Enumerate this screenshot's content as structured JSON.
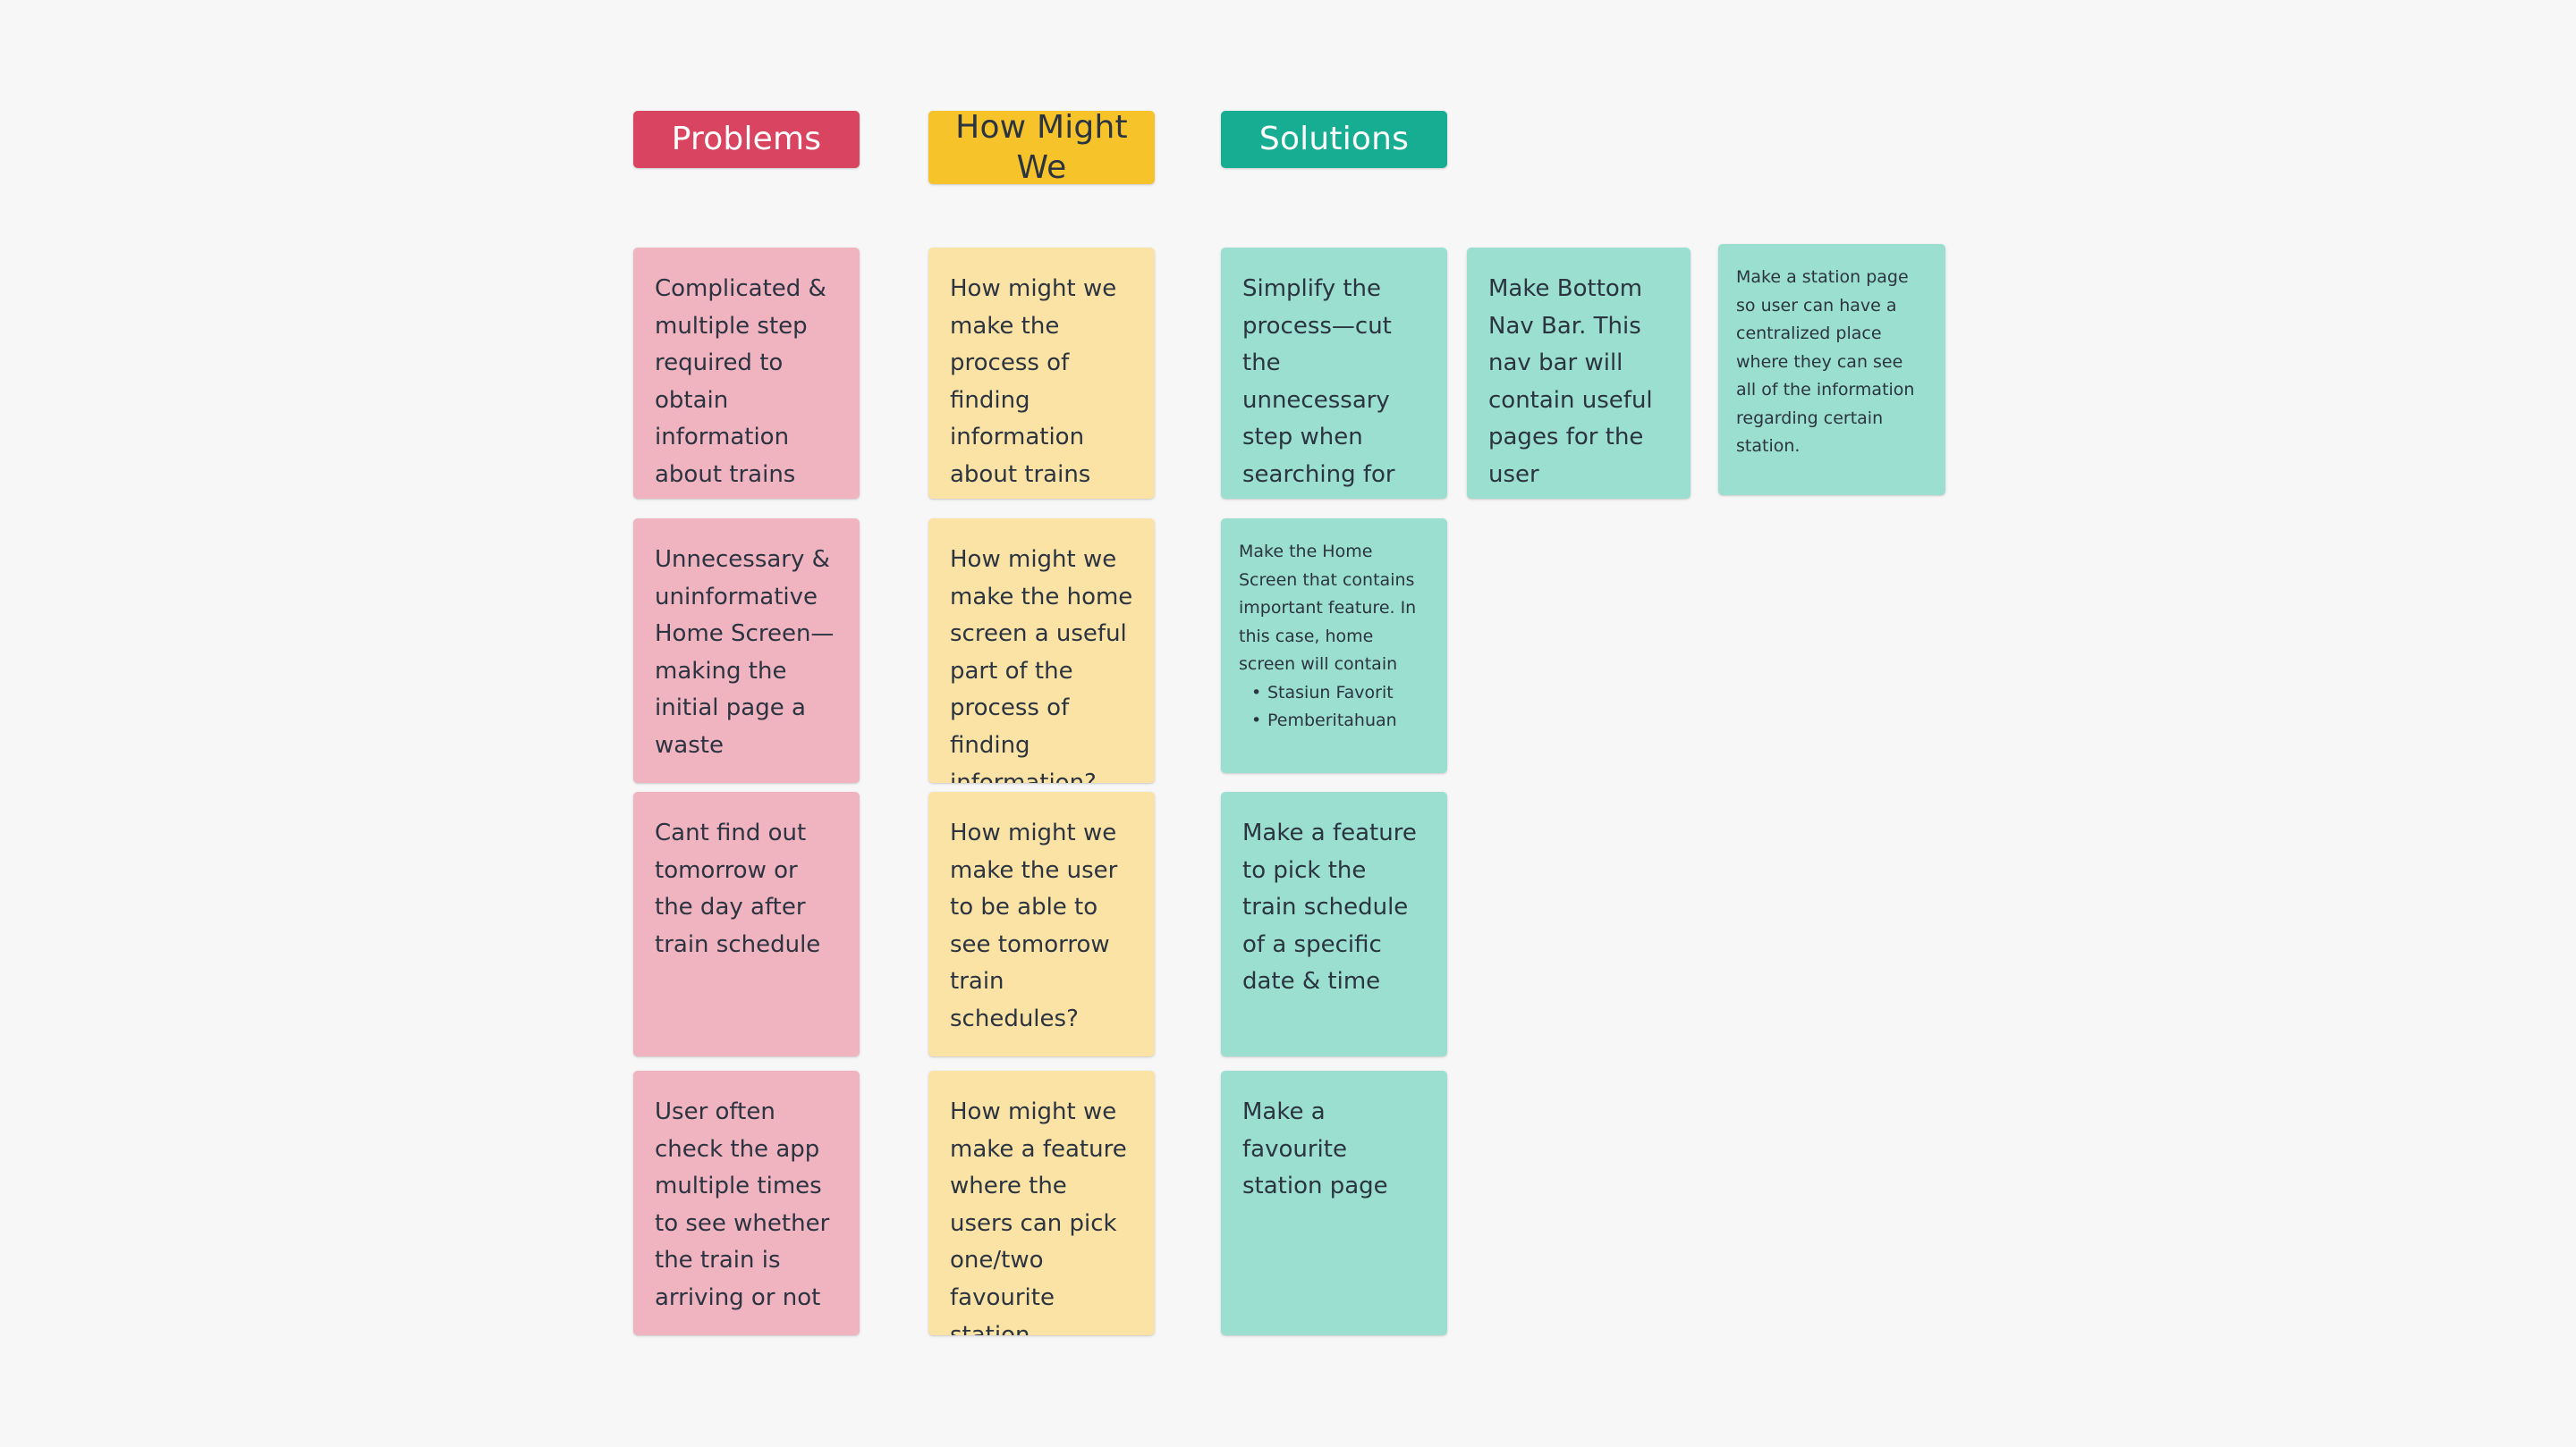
{
  "board": {
    "background_color": "#f7f7f7",
    "columns": [
      {
        "id": "problems",
        "header": {
          "label": "Problems",
          "background_color": "#d94560",
          "text_color": "#ffffff"
        },
        "note_background_color": "#f0b3c0",
        "note_text_color": "#2b3440",
        "notes": [
          {
            "text": "Complicated & multiple step required to obtain information about trains schedule stc."
          },
          {
            "text": "Unnecessary & uninformative Home Screen—making the initial page a waste"
          },
          {
            "text": "Cant find out tomorrow or the day after train schedule"
          },
          {
            "text": "User often check the app multiple times to see whether the train is arriving or not"
          }
        ]
      },
      {
        "id": "how-might-we",
        "header": {
          "label": "How Might We",
          "background_color": "#f6c32a",
          "text_color": "#2b3440"
        },
        "note_background_color": "#fae3a4",
        "note_text_color": "#2b3440",
        "notes": [
          {
            "text": "How might we make the process of finding information about trains easy and simple?"
          },
          {
            "text": "How might we make the home screen a useful part of the process of finding information?"
          },
          {
            "text": "How might we make the user to be able to see tomorrow train schedules?"
          },
          {
            "text": "How might we make a feature where the users can pick one/two favourite station"
          }
        ]
      },
      {
        "id": "solutions",
        "header": {
          "label": "Solutions",
          "background_color": "#17ad93",
          "text_color": "#ffffff"
        },
        "note_background_color": "#9adfcf",
        "note_text_color": "#2b3440",
        "notes": [
          {
            "text": "Simplify the process—cut the unnecessary step when searching for train information"
          },
          {
            "text": "Make the Home Screen that contains important feature. In this case, home screen will contain",
            "bullets": [
              "Stasiun Favorit",
              "Pemberitahuan"
            ],
            "size": "small"
          },
          {
            "text": "Make a feature to pick the train schedule of a specific date & time"
          },
          {
            "text": "Make a favourite station page"
          }
        ],
        "extra_notes": [
          {
            "text": "Make Bottom Nav Bar. This nav bar will contain useful pages for the user"
          },
          {
            "text": "Make a station page so user can have a centralized place where they can see all of the information regarding certain station.",
            "size": "small"
          }
        ]
      }
    ]
  }
}
